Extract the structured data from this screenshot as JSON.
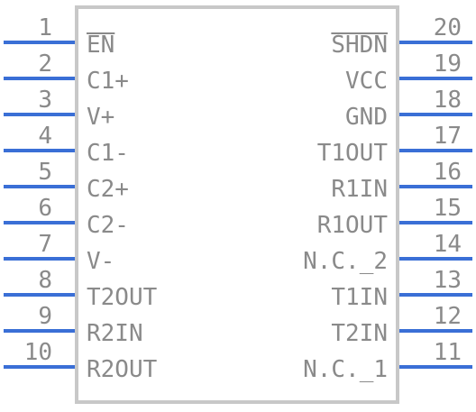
{
  "colors": {
    "pin_line": "#3a6fd6",
    "body_outline": "#c8c8c8",
    "text": "#8a8a8a"
  },
  "left_pins": [
    {
      "number": "1",
      "name": "EN",
      "overbar": true
    },
    {
      "number": "2",
      "name": "C1+",
      "overbar": false
    },
    {
      "number": "3",
      "name": "V+",
      "overbar": false
    },
    {
      "number": "4",
      "name": "C1-",
      "overbar": false
    },
    {
      "number": "5",
      "name": "C2+",
      "overbar": false
    },
    {
      "number": "6",
      "name": "C2-",
      "overbar": false
    },
    {
      "number": "7",
      "name": "V-",
      "overbar": false
    },
    {
      "number": "8",
      "name": "T2OUT",
      "overbar": false
    },
    {
      "number": "9",
      "name": "R2IN",
      "overbar": false
    },
    {
      "number": "10",
      "name": "R2OUT",
      "overbar": false
    }
  ],
  "right_pins": [
    {
      "number": "20",
      "name": "SHDN",
      "overbar": true
    },
    {
      "number": "19",
      "name": "VCC",
      "overbar": false
    },
    {
      "number": "18",
      "name": "GND",
      "overbar": false
    },
    {
      "number": "17",
      "name": "T1OUT",
      "overbar": false
    },
    {
      "number": "16",
      "name": "R1IN",
      "overbar": false
    },
    {
      "number": "15",
      "name": "R1OUT",
      "overbar": false
    },
    {
      "number": "14",
      "name": "N.C._2",
      "overbar": false
    },
    {
      "number": "13",
      "name": "T1IN",
      "overbar": false
    },
    {
      "number": "12",
      "name": "T2IN",
      "overbar": false
    },
    {
      "number": "11",
      "name": "N.C._1",
      "overbar": false
    }
  ]
}
